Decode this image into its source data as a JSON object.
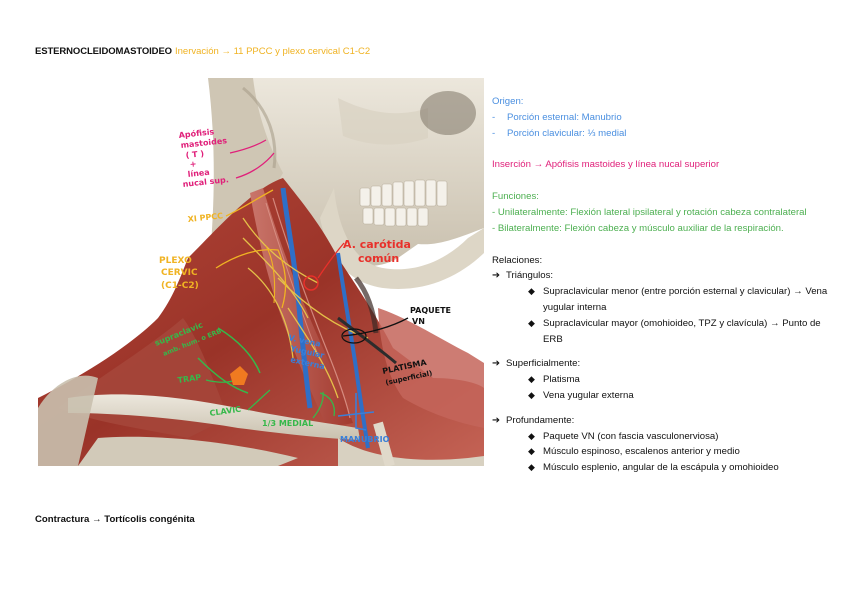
{
  "colors": {
    "innervacion": "#f0b323",
    "origen": "#4a8fe0",
    "insercion": "#e0207a",
    "funciones": "#4caf50",
    "ink_magenta": "#e0207a",
    "ink_yellow": "#f0b323",
    "ink_red": "#e8302a",
    "ink_green": "#36b84a",
    "ink_blue": "#3a7fd8",
    "ink_orange": "#f07a20",
    "ink_black": "#111111"
  },
  "header": {
    "title": "ESTERNOCLEIDOMASTOIDEO",
    "innervation": "Inervación → 11 PPCC y plexo cervical C1-C2"
  },
  "figure": {
    "labels": {
      "apofisis": [
        "Apófisis",
        "mastoides",
        "( T )",
        "+",
        "línea",
        "nucal sup."
      ],
      "xi_pcc": "XI PPCC",
      "plexo": [
        "PLEXO",
        "CERVIC",
        "(C1-C2)"
      ],
      "carotida": [
        "A. carótida",
        "común"
      ],
      "paquete": [
        "PAQUETE",
        "VN"
      ],
      "supraclavic": [
        "supraclavic",
        "amb. hum. o ERB"
      ],
      "trap": "TRAP",
      "clavic": "CLAVIC",
      "vena": [
        "V. vena",
        "Yugular",
        "externa"
      ],
      "platisma": [
        "PLATISMA",
        "(superficial)"
      ],
      "medial": "1/3 MEDIAL",
      "manubrio": "MANUBRIO"
    }
  },
  "notes": {
    "origen": {
      "heading": "Origen:",
      "items": [
        {
          "dash": "-",
          "text": "Porción esternal: Manubrio"
        },
        {
          "dash": "-",
          "text": "Porción clavicular: ⅓ medial"
        }
      ]
    },
    "insercion": "Inserción → Apófisis mastoides y línea nucal superior",
    "funciones": {
      "heading": "Funciones:",
      "items": [
        "- Unilateralmente: Flexión lateral ipsilateral y rotación cabeza contralateral",
        "- Bilateralmente: Flexión cabeza y músculo auxiliar de la respiración."
      ]
    },
    "relaciones": {
      "heading": "Relaciones:",
      "arrow": "➔",
      "diamond": "◆",
      "triangulos": {
        "label": "Triángulos:",
        "items": [
          [
            "Supraclavicular menor (entre porción esternal y clavicular) → Vena",
            "yugular interna"
          ],
          [
            "Supraclavicular mayor (omohioideo, TPZ y clavícula) → Punto de",
            "ERB"
          ]
        ]
      },
      "superficialmente": {
        "label": "Superficialmente:",
        "items": [
          "Platisma",
          "Vena yugular externa"
        ]
      },
      "profundamente": {
        "label": "Profundamente:",
        "items": [
          "Paquete VN (con fascia vasculonerviosa)",
          "Músculo espinoso, escalenos anterior y medio",
          "Músculo esplenio, angular de la escápula y omohioideo"
        ]
      }
    }
  },
  "footer": "Contractura → Tortícolis congénita"
}
